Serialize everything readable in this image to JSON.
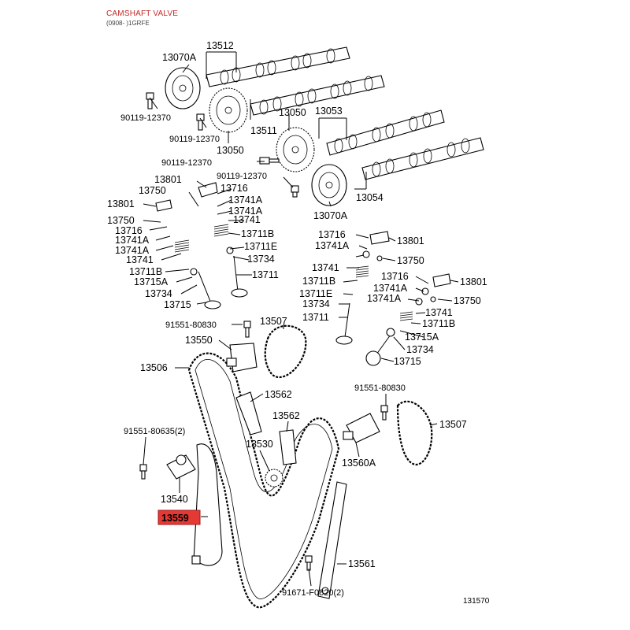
{
  "header": {
    "title": "CAMSHAFT VALVE",
    "subtitle": "(0908- )1GRFE"
  },
  "highlight": {
    "label": "13559"
  },
  "footer": {
    "code": "131570"
  },
  "labels": [
    "13070A",
    "13512",
    "13511",
    "90119-12370",
    "90119-12370",
    "13050",
    "13050",
    "13053",
    "90119-12370",
    "90119-12370",
    "13054",
    "13070A",
    "13801",
    "13750",
    "13716",
    "13741A",
    "13741A",
    "13741",
    "13801",
    "13750",
    "13716",
    "13741A",
    "13741A",
    "13741",
    "13711B",
    "13711E",
    "13734",
    "13711B",
    "13715A",
    "13711",
    "13734",
    "13715",
    "13716",
    "13801",
    "13741A",
    "13750",
    "13741",
    "13716",
    "13801",
    "13711B",
    "13741A",
    "13711E",
    "13741A",
    "13750",
    "13734",
    "13741",
    "13711",
    "13711B",
    "13715A",
    "13734",
    "13715",
    "91551-80830",
    "13507",
    "13550",
    "13506",
    "13562",
    "13562",
    "91551-80830",
    "13507",
    "91551-80635(2)",
    "13530",
    "13560A",
    "13540",
    "13561",
    "91671-F0820(2)"
  ]
}
